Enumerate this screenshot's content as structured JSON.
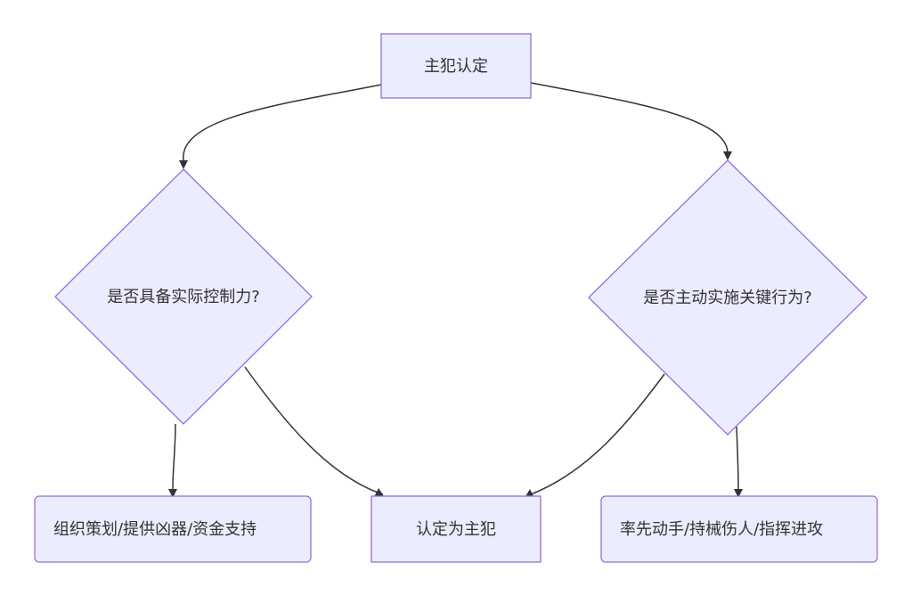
{
  "colors": {
    "node_fill": "#ececff",
    "node_stroke": "#9370db",
    "edge": "#333333",
    "text": "#333333",
    "background": "#ffffff"
  },
  "nodes": {
    "start": {
      "label": "主犯认定",
      "shape": "rectangle"
    },
    "control_decision": {
      "label": "是否具备实际控制力?",
      "shape": "diamond"
    },
    "action_decision": {
      "label": "是否主动实施关键行为?",
      "shape": "diamond"
    },
    "organize_result": {
      "label": "组织策划/提供凶器/资金支持",
      "shape": "rounded-rectangle"
    },
    "conclusion": {
      "label": "认定为主犯",
      "shape": "rectangle"
    },
    "action_result": {
      "label": "率先动手/持械伤人/指挥进攻",
      "shape": "rounded-rectangle"
    }
  },
  "edges": [
    {
      "from": "start",
      "to": "control_decision"
    },
    {
      "from": "start",
      "to": "action_decision"
    },
    {
      "from": "control_decision",
      "to": "organize_result"
    },
    {
      "from": "control_decision",
      "to": "conclusion"
    },
    {
      "from": "action_decision",
      "to": "conclusion"
    },
    {
      "from": "action_decision",
      "to": "action_result"
    }
  ]
}
